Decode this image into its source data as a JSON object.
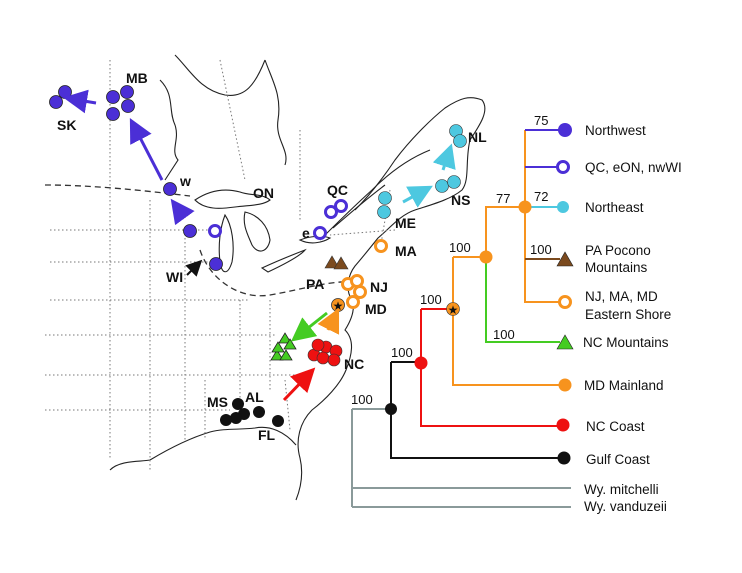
{
  "colors": {
    "northwest": "#4b2fd6",
    "northeast": "#4dc8e0",
    "orange": "#f7931e",
    "brown": "#7b4a1e",
    "green": "#44cc22",
    "red": "#ee1111",
    "black": "#111111",
    "outgroup": "#8a9a9a"
  },
  "map": {
    "labels": {
      "sk": "SK",
      "mb": "MB",
      "w": "w",
      "on": "ON",
      "wi": "WI",
      "qc": "QC",
      "e": "e",
      "me": "ME",
      "ns": "NS",
      "nl": "NL",
      "ma": "MA",
      "pa": "PA",
      "nj": "NJ",
      "md": "MD",
      "nc": "NC",
      "ms": "MS",
      "al": "AL",
      "fl": "FL"
    }
  },
  "tree": {
    "support": {
      "root": "100",
      "red_node": "100",
      "star_node": "100",
      "orange_node": "100",
      "node_77": "77",
      "northwest": "75",
      "northeast": "72",
      "pa_pocono": "100",
      "nc_mountains": "100"
    },
    "tips": {
      "northwest": "Northwest",
      "qc": "QC, eON, nwWI",
      "northeast": "Northeast",
      "pa_pocono_1": "PA Pocono",
      "pa_pocono_2": "Mountains",
      "nj_1": "NJ, MA, MD",
      "nj_2": "Eastern Shore",
      "nc_mountains": "NC Mountains",
      "md_mainland": "MD Mainland",
      "nc_coast": "NC Coast",
      "gulf_coast": "Gulf Coast",
      "mitchelli": "Wy. mitchelli",
      "vanduzeii": "Wy. vanduzeii"
    }
  }
}
